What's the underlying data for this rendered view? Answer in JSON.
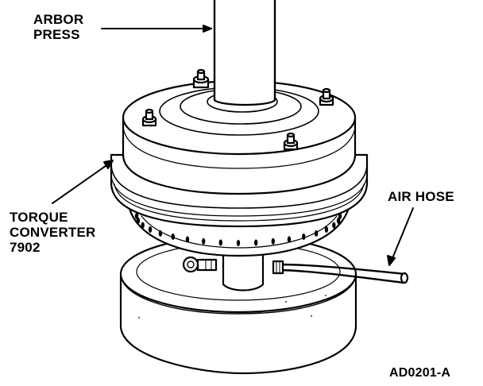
{
  "labels": {
    "arbor_press": [
      "ARBOR",
      "PRESS"
    ],
    "torque_converter": [
      "TORQUE",
      "CONVERTER",
      "7902"
    ],
    "air_hose": "AIR HOSE",
    "figure_id": "AD0201-A"
  },
  "colors": {
    "ink": "#000000",
    "paper": "#ffffff",
    "shade": "#e6e6e6"
  }
}
